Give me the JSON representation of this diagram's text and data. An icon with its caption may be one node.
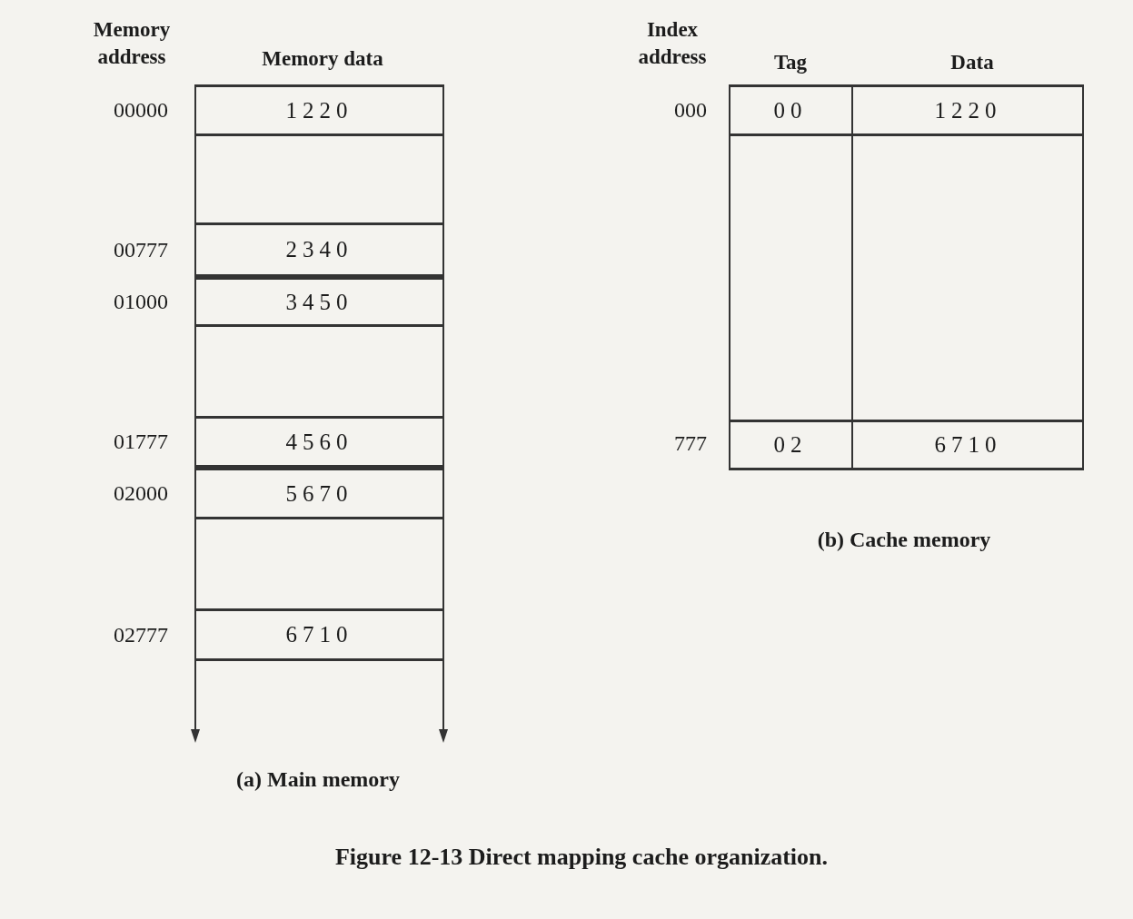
{
  "diagram": {
    "caption": "Figure 12-13 Direct mapping cache organization.",
    "labels": [
      "Memory address",
      "Memory data",
      "Index address",
      "Tag",
      "Data",
      "00000",
      "1220",
      "00777",
      "2340",
      "01000",
      "3450",
      "01777",
      "4560",
      "02000",
      "5670",
      "02777",
      "6710",
      "(a) Main memory",
      "000",
      "00",
      "1220",
      "777",
      "02",
      "6710",
      "(b) Cache memory"
    ]
  }
}
